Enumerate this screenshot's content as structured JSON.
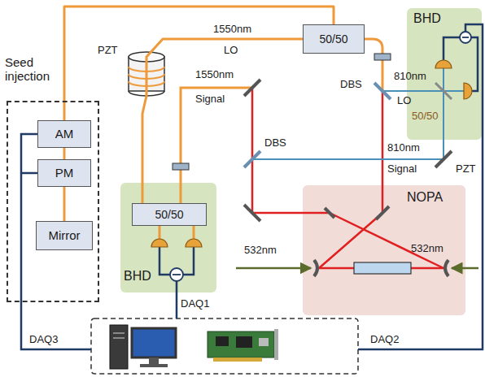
{
  "diagram": {
    "nodes": [
      {
        "text": [
          "Seed injection"
        ]
      },
      {
        "text": [
          "AM"
        ],
        "in": 0
      },
      {
        "text": [
          "PM"
        ],
        "in": 0
      },
      {
        "text": [
          "Mirror"
        ],
        "in": 0
      },
      {
        "text": [
          "50/50"
        ]
      },
      {
        "text": [
          "BHD",
          "50/50"
        ]
      },
      {
        "text": [
          "NOPA"
        ]
      },
      {
        "text": [
          "BHD"
        ]
      },
      {
        "text": [
          "50/50"
        ],
        "in": 7
      }
    ],
    "edges": [
      {
        "from": 3,
        "to": 2,
        "arrow": "none"
      },
      {
        "from": 2,
        "to": 1,
        "arrow": "none"
      },
      {
        "from": 1,
        "to": 4,
        "arrow": "none"
      },
      {
        "from": 4,
        "to": 8,
        "arrow": "none"
      }
    ],
    "labels": [
      "1550nm",
      "LO",
      "PZT",
      "1550nm",
      "Signal",
      "DBS",
      "DBS",
      "810nm",
      "LO",
      "810nm",
      "Signal",
      "PZT",
      "532nm",
      "532nm",
      "DAQ1",
      "DAQ2",
      "DAQ3"
    ]
  }
}
